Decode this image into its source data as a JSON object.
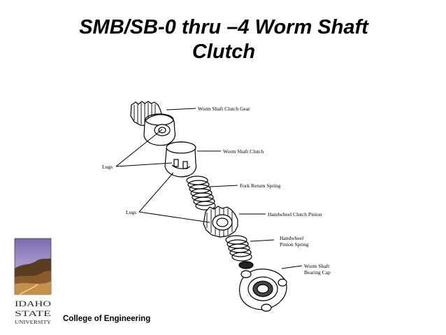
{
  "slide": {
    "title_line1": "SMB/SB-0 thru –4 Worm Shaft",
    "title_line2": "Clutch"
  },
  "diagram": {
    "labels": {
      "clutch_gear": "Worm Shaft Clutch Gear",
      "clutch": "Worm Shaft Clutch",
      "fork_spring": "Fork Return Spring",
      "clutch_pinion": "Handwheel Clutch Pinion",
      "pinion_spring_1": "Handwheel",
      "pinion_spring_2": "Pinion Spring",
      "bearing_cap_1": "Worm Shaft",
      "bearing_cap_2": "Bearing Cap",
      "lugs_upper": "Lugs",
      "lugs_lower": "Lugs"
    }
  },
  "logo": {
    "line1": "IDAHO",
    "line2": "STATE",
    "line3": "UNIVERSITY"
  },
  "footer": {
    "college": "College of Engineering"
  }
}
